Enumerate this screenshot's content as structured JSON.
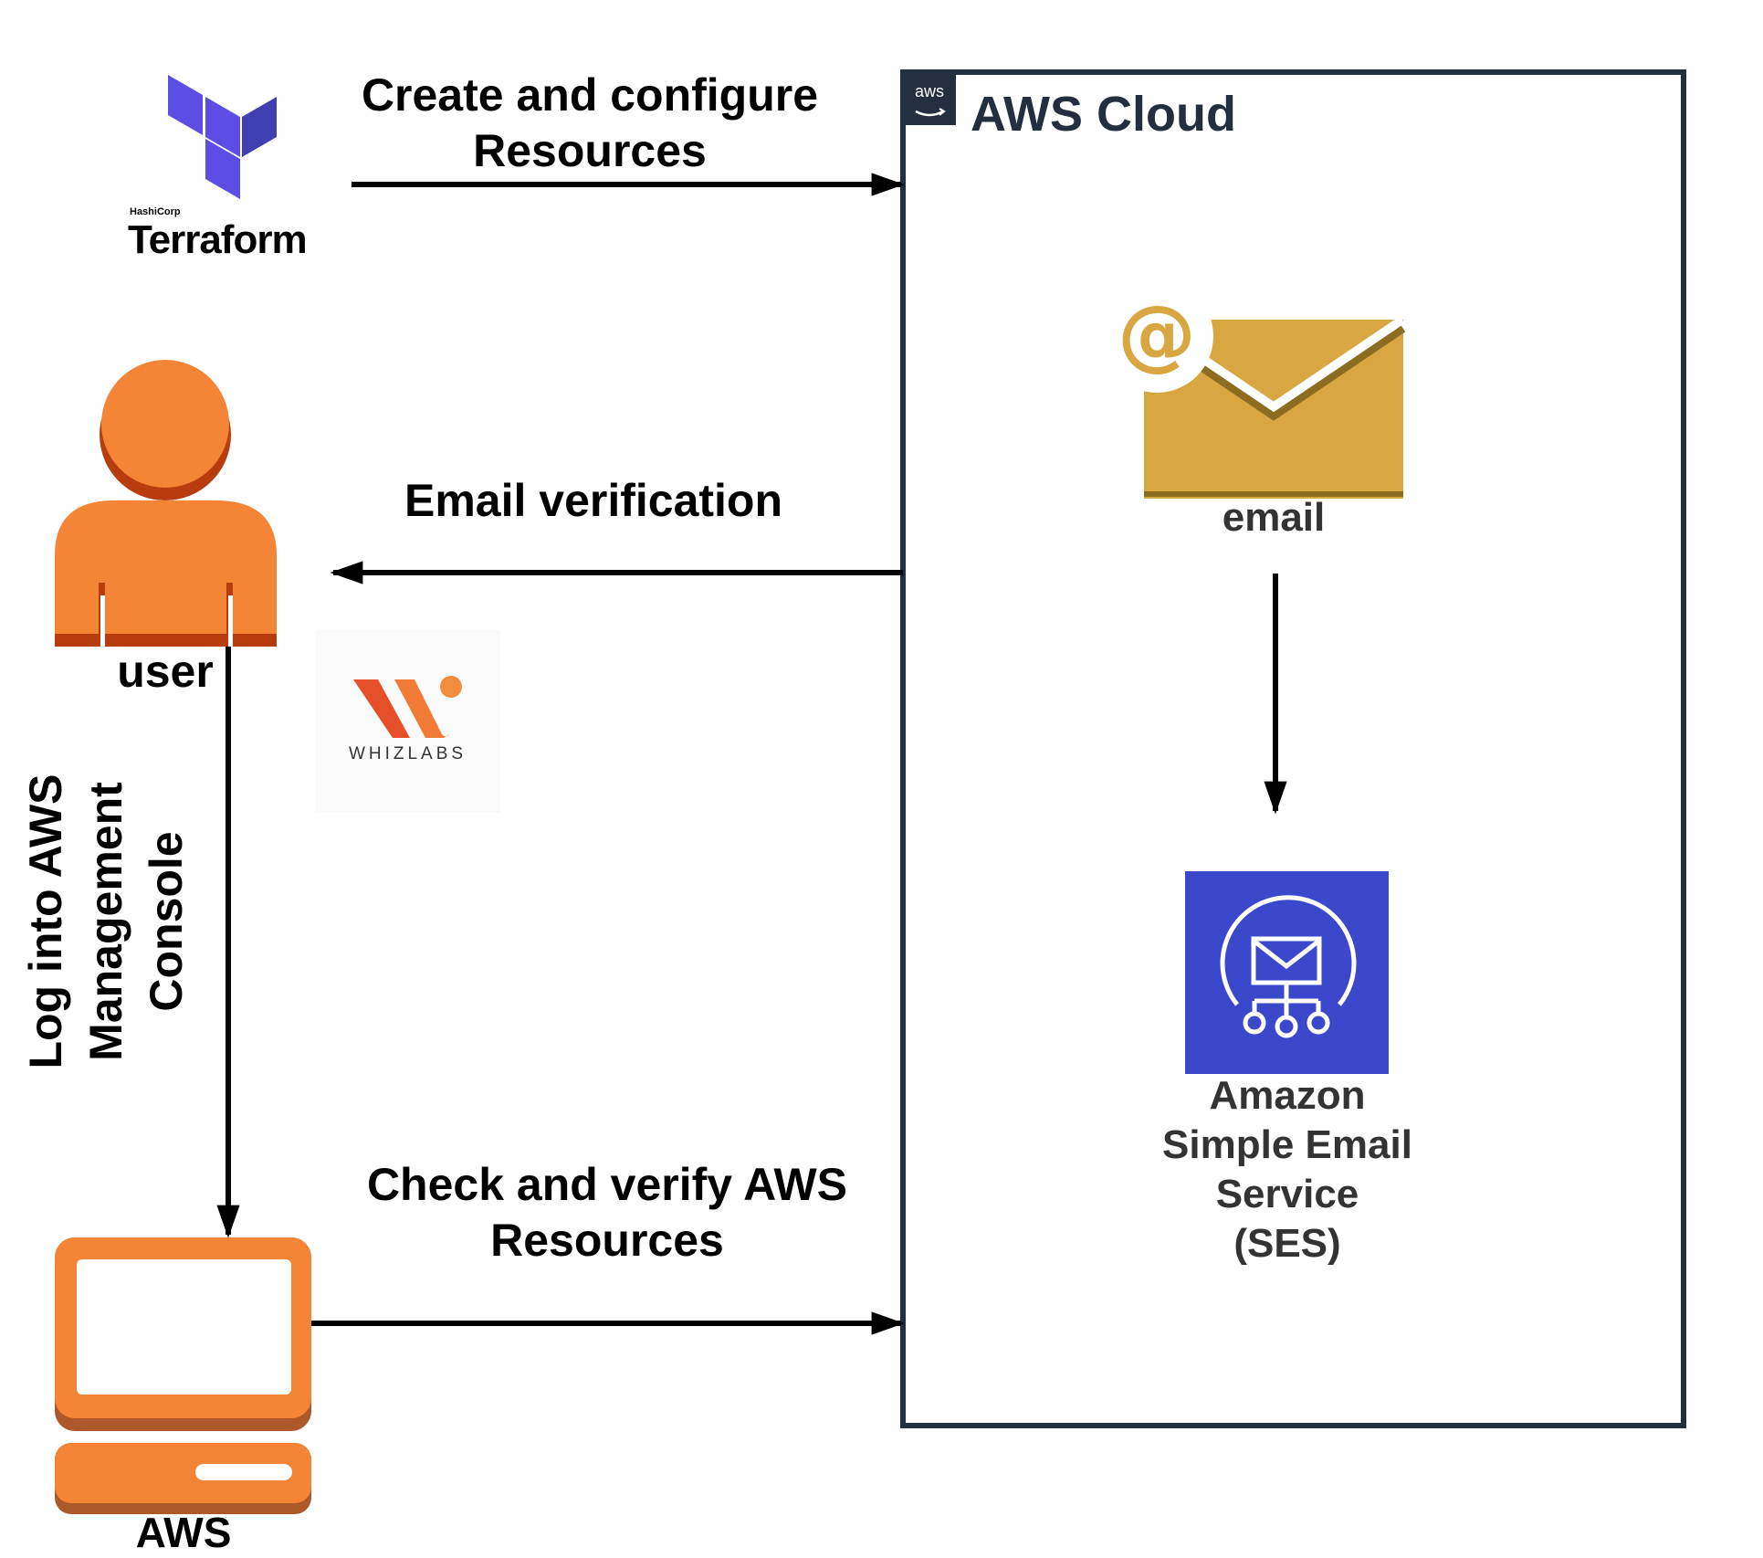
{
  "terraform": {
    "vendor": "HashiCorp",
    "name": "Terraform",
    "color": "#5C4EE5"
  },
  "whizlabs": {
    "name": "WHIZLABS"
  },
  "aws_cloud": {
    "title": "AWS Cloud",
    "badge": "aws",
    "border_color": "#232F3E"
  },
  "arrows": {
    "create": {
      "line1": "Create and configure",
      "line2": "Resources"
    },
    "verify_email": {
      "label": "Email verification"
    },
    "login": {
      "line1": "Log into AWS",
      "line2": "Management",
      "line3": "Console"
    },
    "check": {
      "line1": "Check and verify AWS",
      "line2": "Resources"
    }
  },
  "user": {
    "label": "user",
    "color": "#F58536",
    "shadow": "#B83C0E"
  },
  "aws_computer": {
    "label": "AWS",
    "color": "#F58536",
    "shadow": "#AC5828"
  },
  "email": {
    "label": "email",
    "color": "#D8A742"
  },
  "ses": {
    "line1": "Amazon",
    "line2": "Simple Email",
    "line3": "Service",
    "line4": "(SES)",
    "color": "#3B48CC"
  }
}
